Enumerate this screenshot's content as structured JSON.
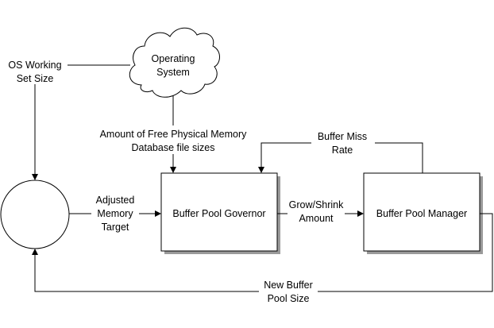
{
  "nodes": {
    "os": {
      "line1": "Operating",
      "line2": "System"
    },
    "governor": {
      "label": "Buffer Pool Governor"
    },
    "manager": {
      "label": "Buffer Pool Manager"
    }
  },
  "edge_labels": {
    "os_ws": {
      "line1": "OS Working",
      "line2": "Set Size"
    },
    "free_mem": {
      "line1": "Amount of Free Physical Memory",
      "line2": "Database file sizes"
    },
    "miss_rate": {
      "line1": "Buffer Miss",
      "line2": "Rate"
    },
    "adjusted": {
      "line1": "Adjusted",
      "line2": "Memory",
      "line3": "Target"
    },
    "grow_shrink": {
      "line1": "Grow/Shrink",
      "line2": "Amount"
    },
    "new_size": {
      "line1": "New Buffer",
      "line2": "Pool Size"
    }
  }
}
